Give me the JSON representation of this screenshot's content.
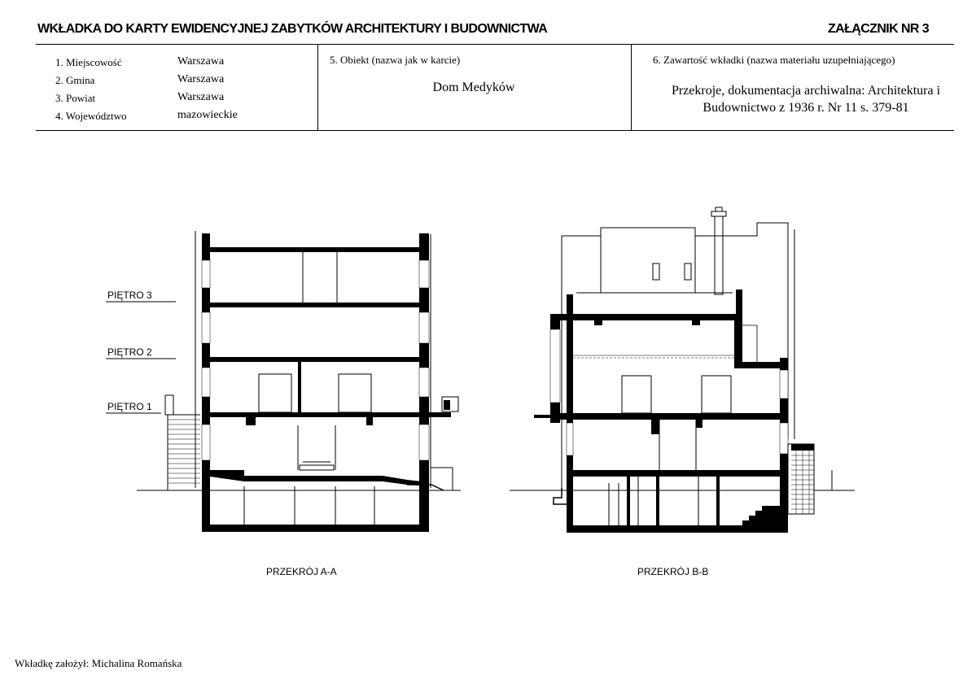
{
  "header": {
    "title": "WKŁADKA DO KARTY EWIDENCYJNEJ ZABYTKÓW ARCHITEKTURY I BUDOWNICTWA",
    "appendix": "ZAŁĄCZNIK NR 3"
  },
  "location": {
    "rows": [
      {
        "label": "1. Miejscowość",
        "value": "Warszawa"
      },
      {
        "label": "2. Gmina",
        "value": "Warszawa"
      },
      {
        "label": "3. Powiat",
        "value": "Warszawa"
      },
      {
        "label": "4. Województwo",
        "value": "mazowieckie"
      }
    ]
  },
  "object": {
    "label": "5. Obiekt (nazwa jak w karcie)",
    "value": "Dom Medyków"
  },
  "contents": {
    "label": "6. Zawartość wkładki (nazwa materiału uzupełniającego)",
    "line1": "Przekroje, dokumentacja archiwalna: Architektura i",
    "line2": "Budownictwo z 1936 r. Nr 11 s. 379-81"
  },
  "drawings": {
    "floor_labels": [
      "PIĘTRO 3",
      "PIĘTRO 2",
      "PIĘTRO 1"
    ],
    "section_a": "PRZEKRÓJ A-A",
    "section_b": "PRZEKRÓJ B-B"
  },
  "footer": {
    "author": "Wkładkę założył: Michalina Romańska"
  }
}
